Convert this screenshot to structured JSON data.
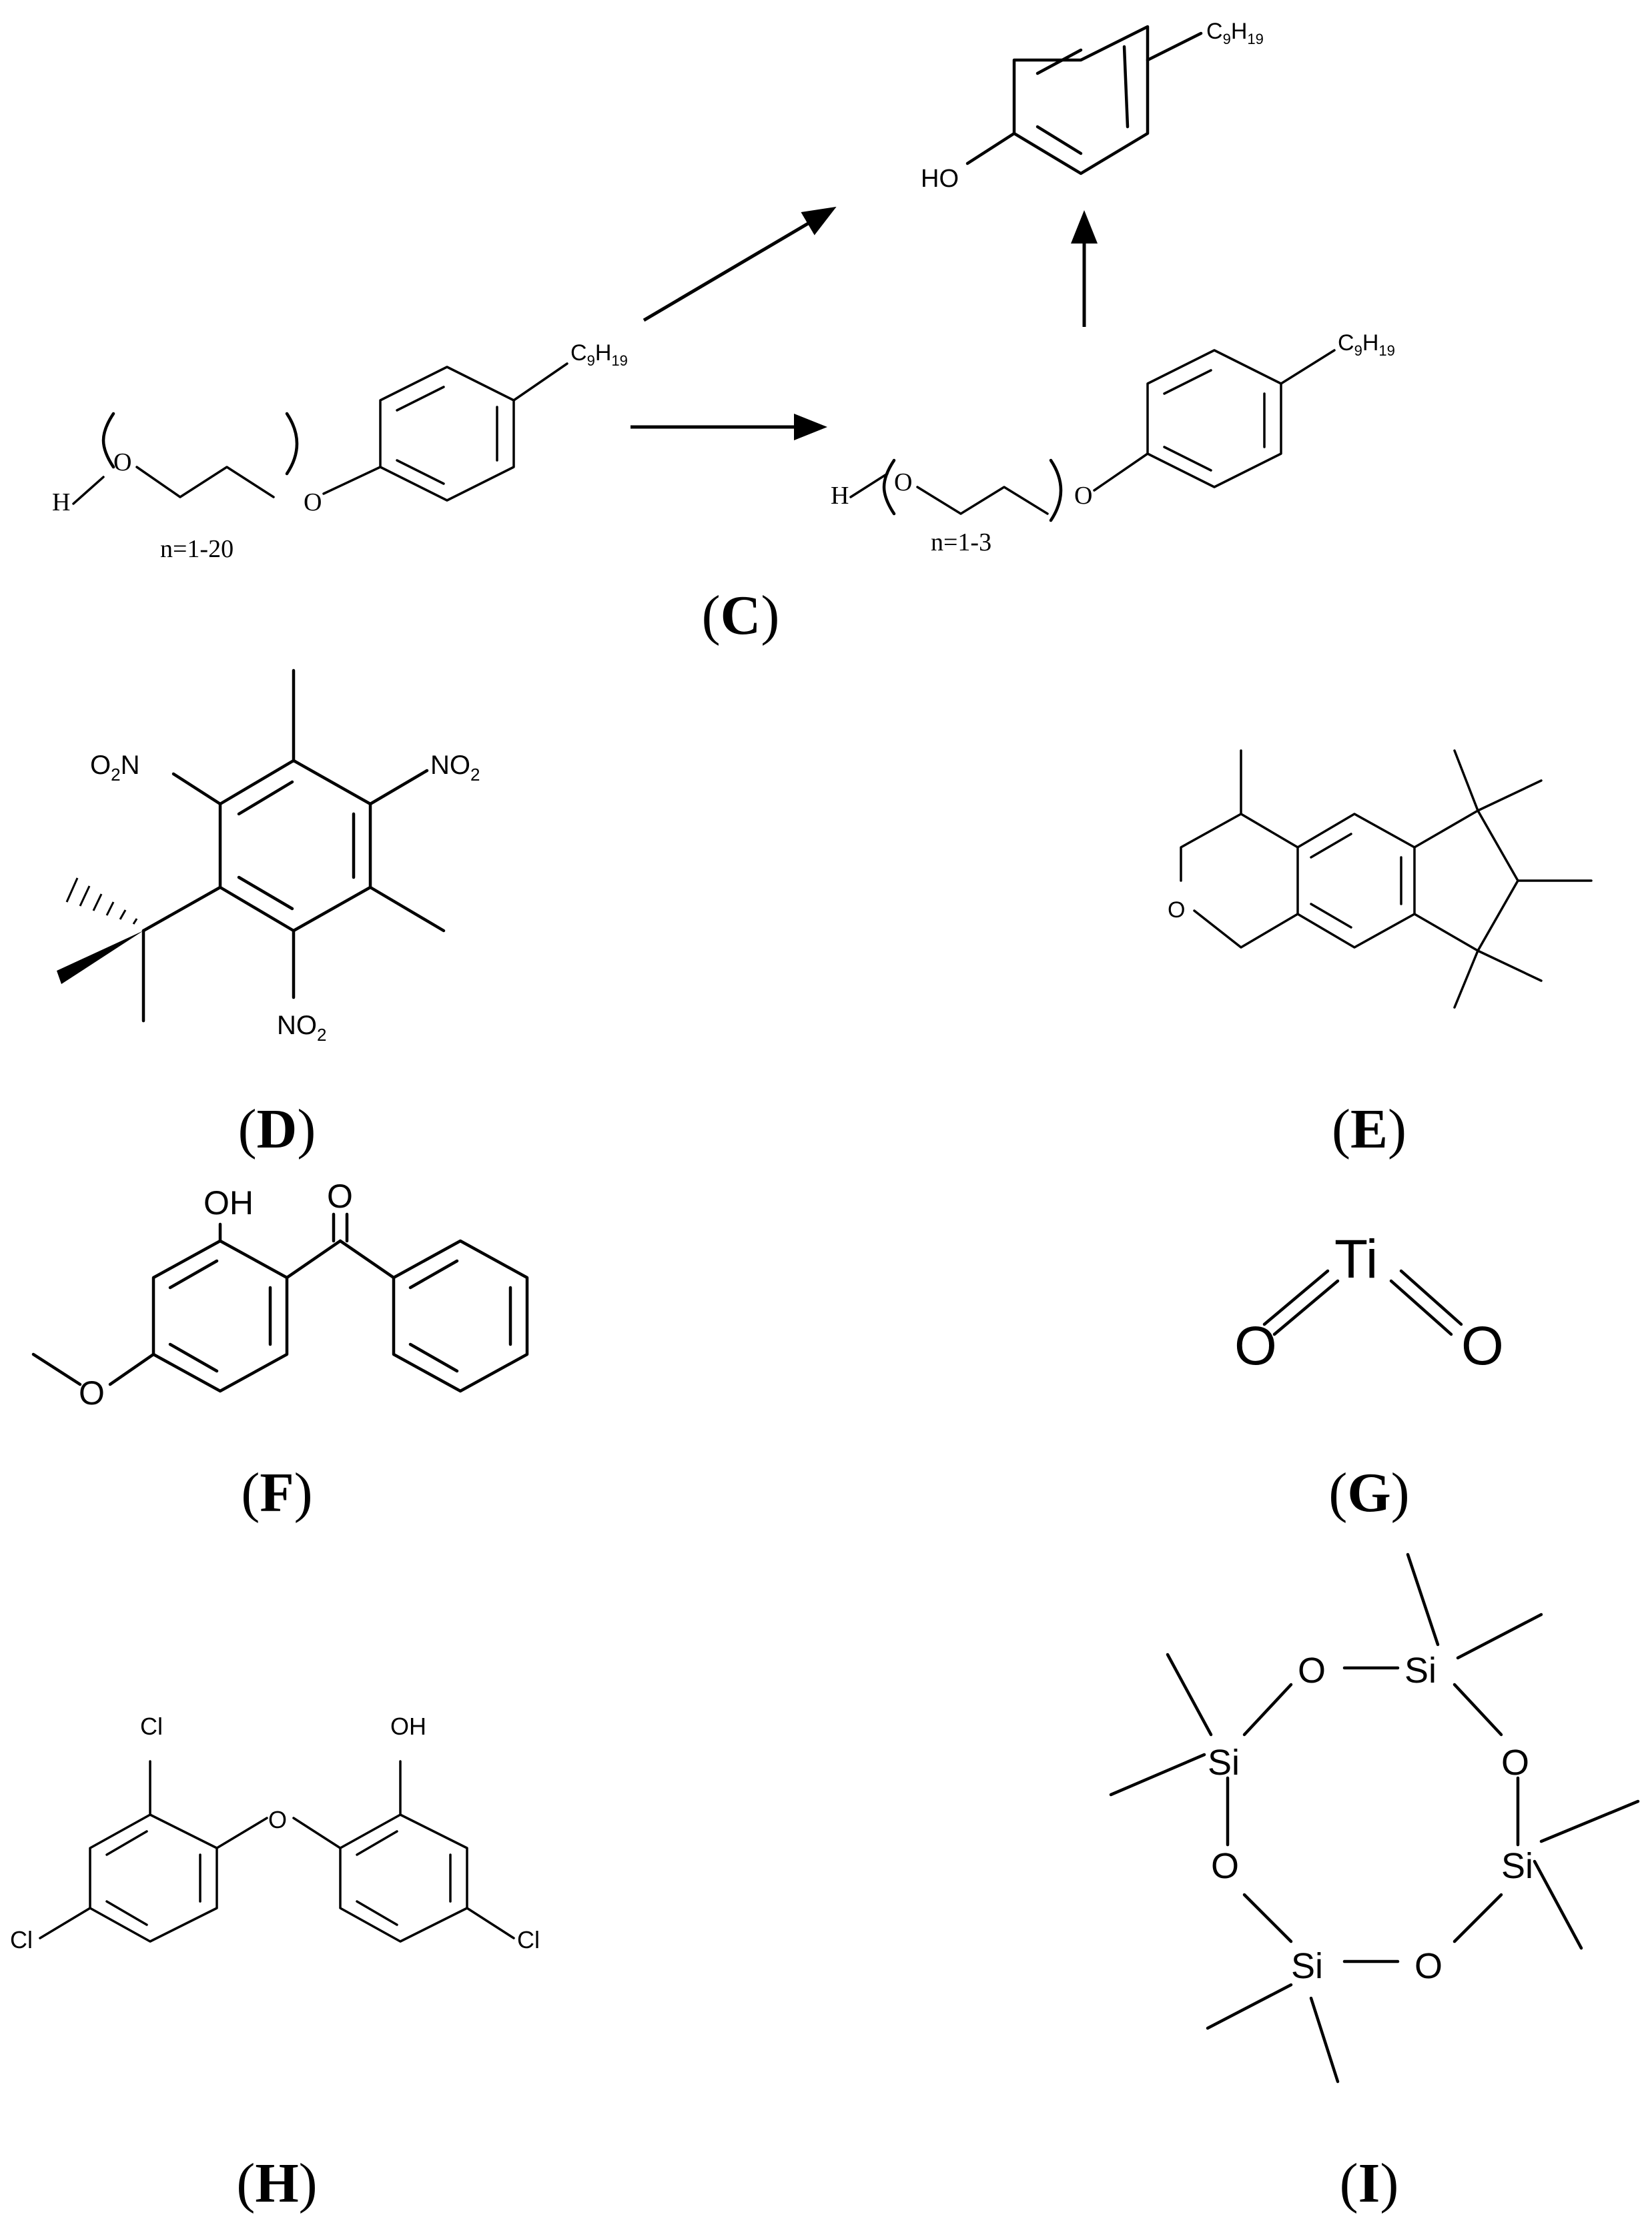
{
  "panels": {
    "C": {
      "label_open": "(",
      "label_letter": "C",
      "label_close": ")",
      "substituent": "C9H19",
      "sub_main": "C",
      "sub_9": "9",
      "sub_h": "H",
      "sub_19": "19",
      "start_repeat": "n=1-20",
      "mid_repeat": "n=1-3",
      "hydrogen": "H",
      "oxygen": "O",
      "product_oh": "HO"
    },
    "D": {
      "label_open": "(",
      "label_letter": "D",
      "label_close": ")",
      "no2_left": "O",
      "no2_left_sub": "2",
      "no2_left_n": "N",
      "no2_right": "NO",
      "no2_right_sub": "2",
      "no2_bottom": "NO",
      "no2_bottom_sub": "2"
    },
    "E": {
      "label_open": "(",
      "label_letter": "E",
      "label_close": ")",
      "ring_oxygen": "O"
    },
    "F": {
      "label_open": "(",
      "label_letter": "F",
      "label_close": ")",
      "hydroxyl": "OH",
      "carbonyl_o": "O",
      "methoxy_o": "O"
    },
    "G": {
      "label_open": "(",
      "label_letter": "G",
      "label_close": ")",
      "titanium": "Ti",
      "oxygen_left": "O",
      "oxygen_right": "O"
    },
    "H": {
      "label_open": "(",
      "label_letter": "H",
      "label_close": ")",
      "cl_top": "Cl",
      "cl_left": "Cl",
      "cl_right": "Cl",
      "bridge_o": "O",
      "hydroxyl": "OH"
    },
    "I": {
      "label_open": "(",
      "label_letter": "I",
      "label_close": ")",
      "silicon": "Si",
      "oxygen": "O"
    }
  }
}
